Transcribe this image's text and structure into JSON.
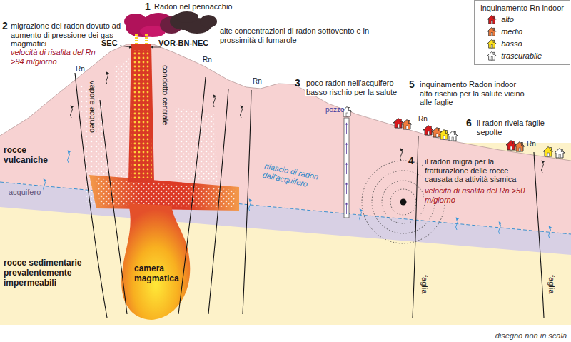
{
  "diagram": {
    "nodes": [
      {
        "text": [
          "inquinamento Rn indoor"
        ]
      }
    ],
    "labels": [
      "1",
      "Radon nel pennacchio",
      "alte concentrazioni di radon sottovento e in prossimità di fumarole",
      "2",
      "migrazione del radon dovuto ad aumento di pressione dei gas magmatici",
      "velocità di risalita del Rn >94 m/giorno",
      "SEC",
      "VOR-BN-NEC",
      "Rn",
      "vapore acqueo",
      "condotto centrale",
      "Rn",
      "Rn",
      "3",
      "poco radon nell'acquifero basso rischio per la salute",
      "pozzo",
      "5",
      "inquinamento Radon indoor alto rischio per la salute vicino alle faglie",
      "6",
      "il radon rivela faglie sepolte",
      "Rn",
      "Rn",
      "rocce vulcaniche",
      "acquifero",
      "rilascio di radon dall'acquifero",
      "4",
      "il radon migra per la fratturazione delle rocce causata da attività sismica",
      "velocità di risalita del Rn >50 m/giorno",
      "rocce sedimentarie prevalentemente impermeabili",
      "camera magmatica",
      "faglia",
      "faglia",
      "disegno non in scala"
    ],
    "legend": [
      {
        "text": "alto",
        "color": "#d7191c"
      },
      {
        "text": "medio",
        "color": "#f07c3c"
      },
      {
        "text": "basso",
        "color": "#ffe21a"
      },
      {
        "text": "trascurabile",
        "color": "#ffffff"
      }
    ]
  }
}
